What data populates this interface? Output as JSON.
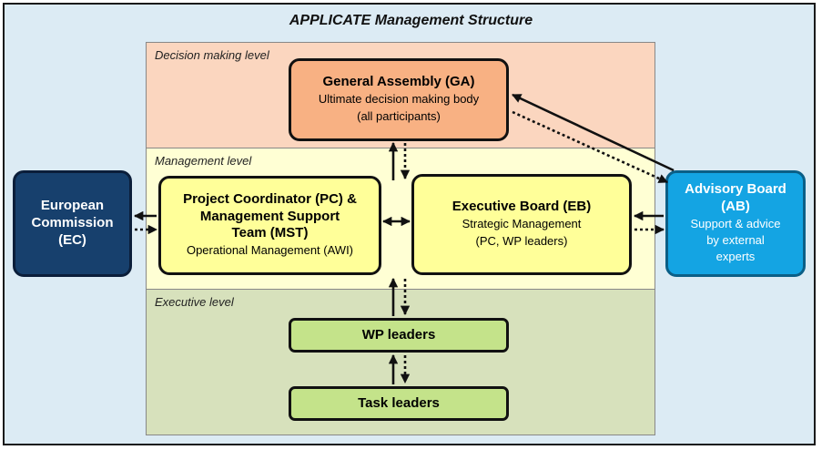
{
  "title": "APPLICATE Management Structure",
  "levels": {
    "decision": "Decision making level",
    "management": "Management level",
    "executive": "Executive level"
  },
  "nodes": {
    "ga": {
      "title": "General Assembly (GA)",
      "line1": "Ultimate decision making body",
      "line2": "(all participants)"
    },
    "pc": {
      "title1": "Project Coordinator (PC) &",
      "title2": "Management Support",
      "title3": "Team (MST)",
      "sub": "Operational Management (AWI)"
    },
    "eb": {
      "title": "Executive Board (EB)",
      "line1": "Strategic Management",
      "line2": "(PC, WP leaders)"
    },
    "wp": {
      "title": "WP leaders"
    },
    "tl": {
      "title": "Task leaders"
    },
    "ec": {
      "line1": "European",
      "line2": "Commission",
      "line3": "(EC)"
    },
    "ab": {
      "title1": "Advisory Board",
      "title2": "(AB)",
      "line1": "Support & advice",
      "line2": "by external",
      "line3": "experts"
    }
  },
  "colors": {
    "decision_band": "#fbd6bf",
    "management_band": "#ffffd4",
    "executive_band": "#d7e1bc",
    "ga_fill": "#f8b183",
    "pc_eb_fill": "#ffff99",
    "wp_task_fill": "#c4e38a",
    "ec_fill": "#17406d",
    "ab_fill": "#14a4e3"
  }
}
